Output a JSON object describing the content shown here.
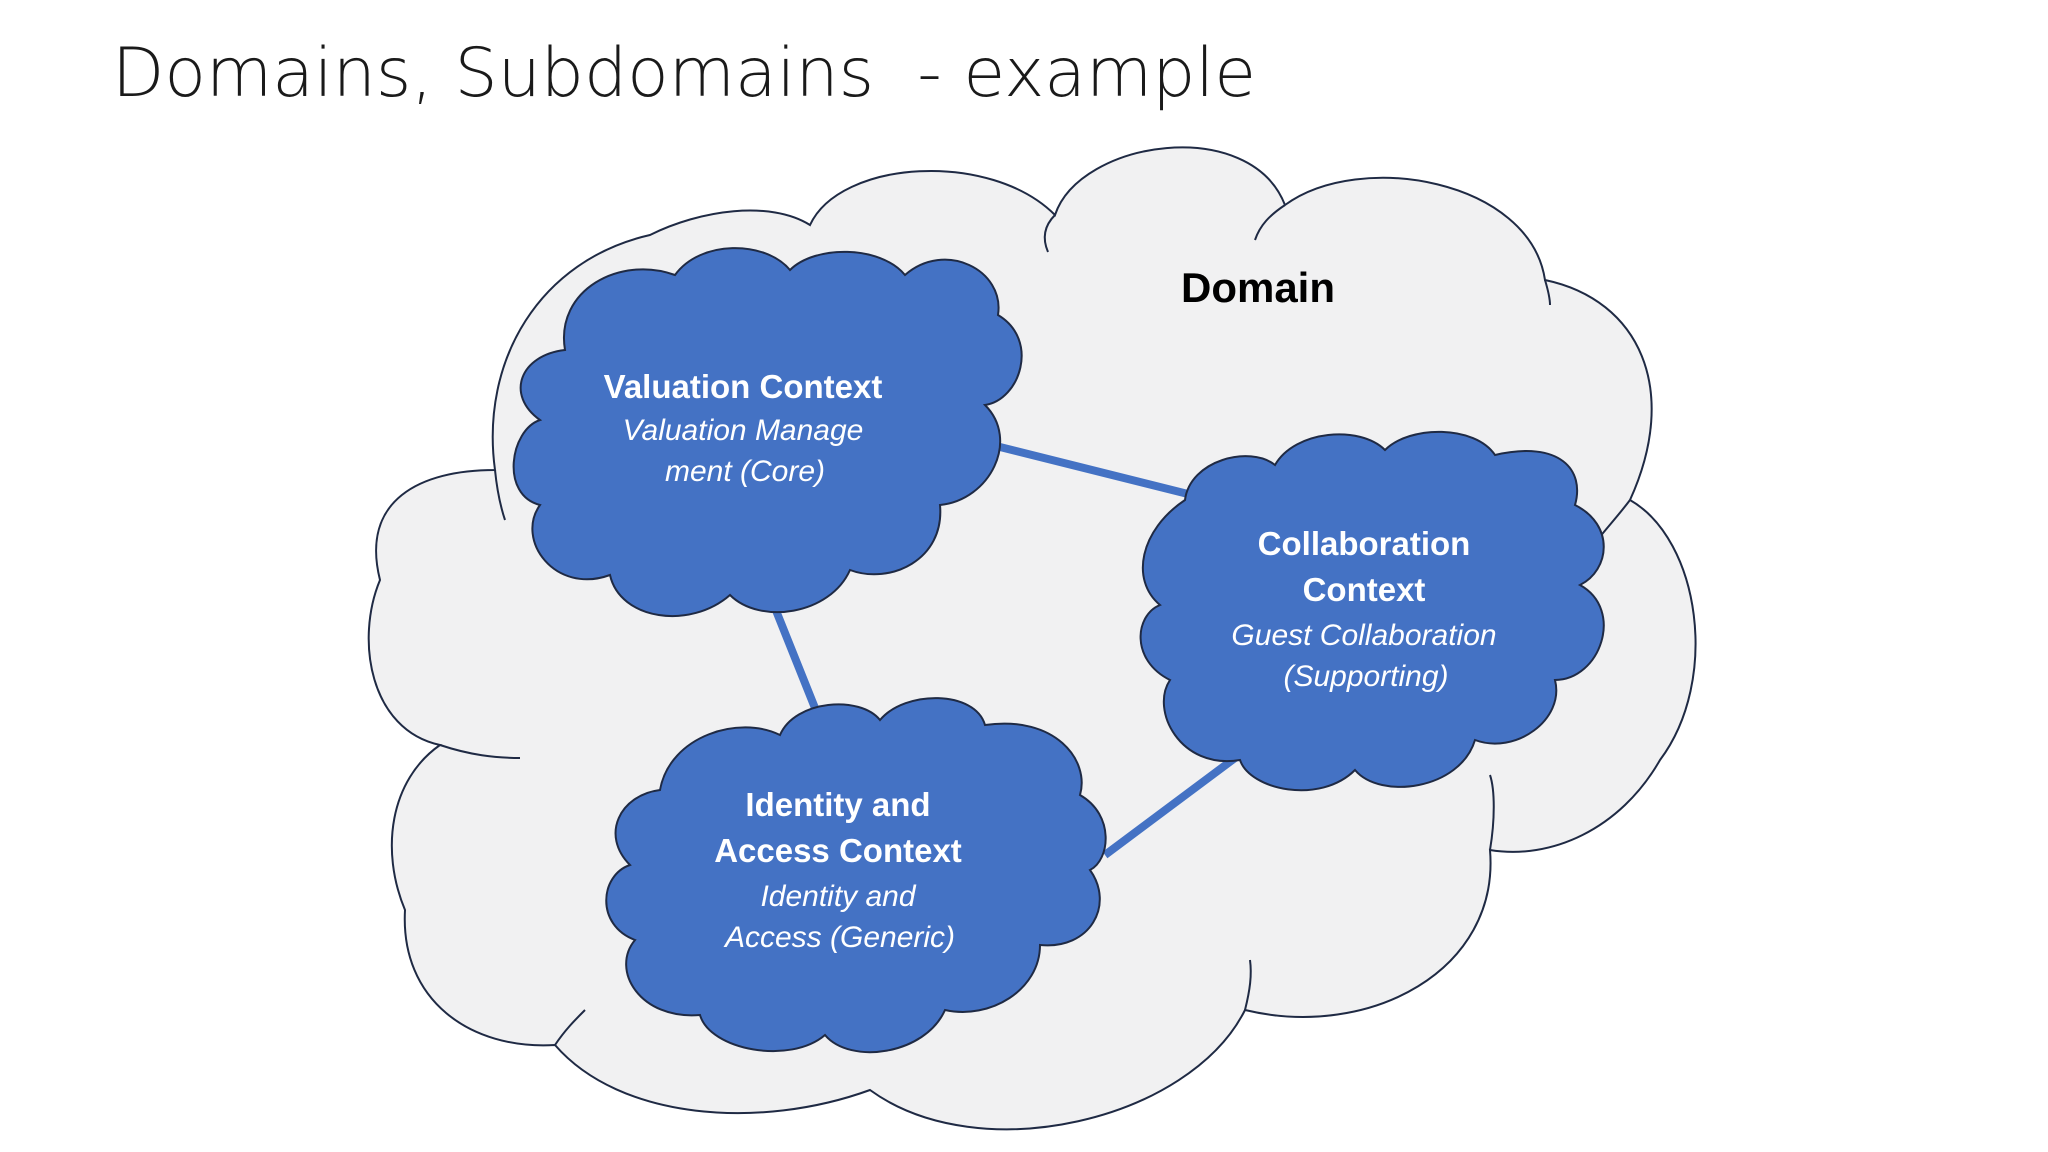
{
  "slide": {
    "title": "Domains, Subdomains  - example"
  },
  "diagram": {
    "domain_label": "Domain",
    "colors": {
      "domain_fill": "#f1f1f2",
      "domain_stroke": "#1f2a44",
      "subdomain_fill": "#4472c4",
      "subdomain_stroke": "#1f2a44",
      "connector": "#4472c4"
    },
    "contexts": {
      "valuation": {
        "title_lines": [
          "Valuation Context"
        ],
        "subtitle_lines": [
          "Valuation  Manage",
          "ment (Core)"
        ]
      },
      "collaboration": {
        "title_lines": [
          "Collaboration",
          "Context"
        ],
        "subtitle_lines": [
          "Guest Collaboration",
          "(Supporting)"
        ]
      },
      "identity": {
        "title_lines": [
          "Identity and",
          "Access Context"
        ],
        "subtitle_lines": [
          "Identity and",
          "Access (Generic)"
        ]
      }
    },
    "connections": [
      {
        "from": "valuation",
        "to": "collaboration"
      },
      {
        "from": "valuation",
        "to": "identity"
      },
      {
        "from": "identity",
        "to": "collaboration"
      }
    ]
  }
}
